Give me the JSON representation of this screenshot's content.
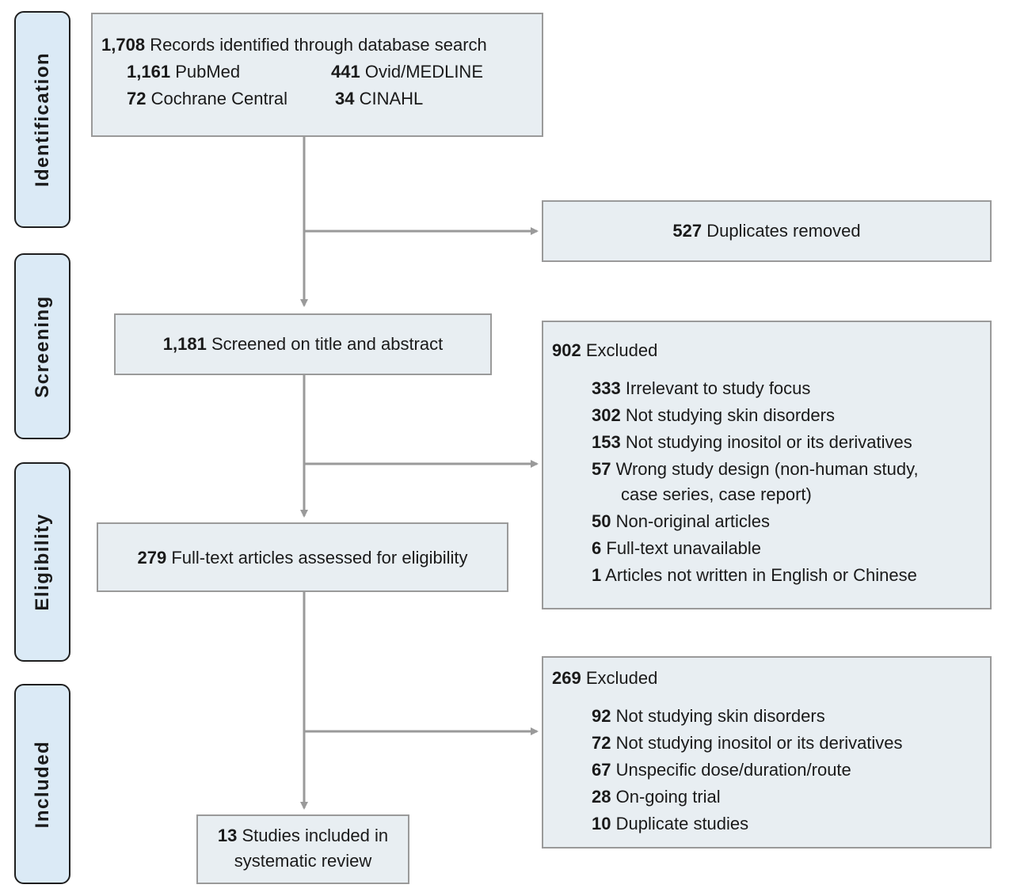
{
  "phases": {
    "identification": "Identification",
    "screening": "Screening",
    "eligibility": "Eligibility",
    "included": "Included"
  },
  "identified": {
    "count": "1,708",
    "label": "Records identified through database search",
    "sources": [
      {
        "count": "1,161",
        "label": "PubMed"
      },
      {
        "count": "441",
        "label": "Ovid/MEDLINE"
      },
      {
        "count": "72",
        "label": "Cochrane Central"
      },
      {
        "count": "34",
        "label": "CINAHL"
      }
    ]
  },
  "duplicates": {
    "count": "527",
    "label": "Duplicates removed"
  },
  "screened": {
    "count": "1,181",
    "label": "Screened on title and abstract"
  },
  "excluded_screening": {
    "count": "902",
    "label": "Excluded",
    "reasons": [
      {
        "count": "333",
        "label": "Irrelevant to study focus"
      },
      {
        "count": "302",
        "label": "Not studying skin disorders"
      },
      {
        "count": "153",
        "label": "Not studying inositol or its derivatives"
      },
      {
        "count": "57",
        "label": "Wrong study design (non-human study,",
        "label2": "case series, case report)"
      },
      {
        "count": "50",
        "label": "Non-original articles"
      },
      {
        "count": "6",
        "label": "Full-text unavailable"
      },
      {
        "count": "1",
        "label": "Articles not written in English or Chinese"
      }
    ]
  },
  "fulltext": {
    "count": "279",
    "label": "Full-text articles assessed for eligibility"
  },
  "excluded_eligibility": {
    "count": "269",
    "label": "Excluded",
    "reasons": [
      {
        "count": "92",
        "label": "Not studying skin disorders"
      },
      {
        "count": "72",
        "label": "Not studying inositol or its derivatives"
      },
      {
        "count": "67",
        "label": "Unspecific dose/duration/route"
      },
      {
        "count": "28",
        "label": "On-going trial"
      },
      {
        "count": "10",
        "label": "Duplicate studies"
      }
    ]
  },
  "included": {
    "count": "13",
    "label": "Studies included in",
    "label2": "systematic review"
  }
}
